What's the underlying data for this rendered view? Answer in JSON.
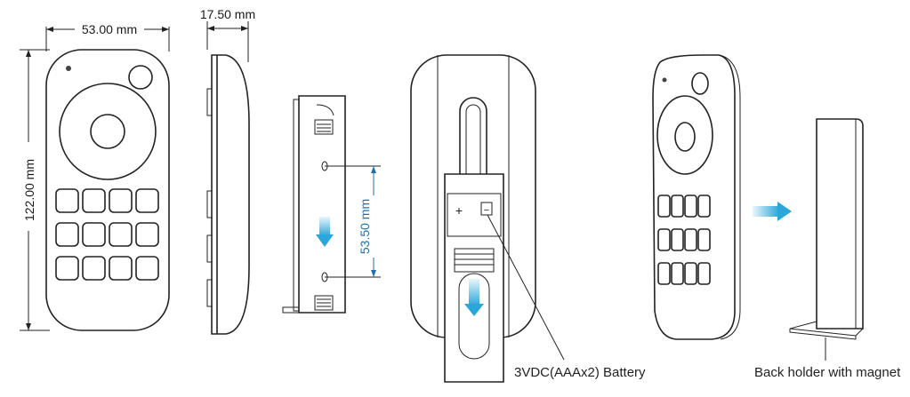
{
  "dimensions": {
    "width": "53.00 mm",
    "thickness": "17.50 mm",
    "height": "122.00 mm",
    "hole_spacing": "53.50 mm"
  },
  "captions": {
    "battery": "3VDC(AAAx2) Battery",
    "holder": "Back holder with magnet"
  },
  "battery_symbols": {
    "plus": "+",
    "minus": "−"
  },
  "colors": {
    "line": "#222222",
    "arrow": "#2aa6d8",
    "dim_blue": "#1f6fb0"
  },
  "icons": [
    "arrow-down-icon",
    "arrow-right-icon"
  ],
  "keypad": {
    "rows": 3,
    "columns": 4
  }
}
